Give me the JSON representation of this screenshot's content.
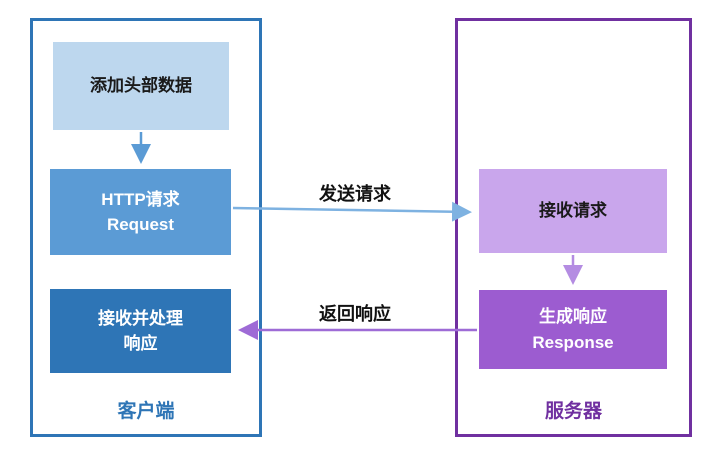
{
  "colors": {
    "client_border": "#2E75B6",
    "client_node_light": "#BDD7EE",
    "client_node_mid": "#5B9BD5",
    "client_node_dark": "#2E75B6",
    "server_border": "#7030A0",
    "server_node_light": "#C9A6EC",
    "server_node_dark": "#9C5CD0",
    "arrow_blue": "#5B9BD5",
    "arrow_blue_light": "#7EB2E1",
    "arrow_purple": "#9E6BD6",
    "arrow_purple_light": "#B48CE2",
    "client_label_color": "#2E75B6",
    "server_label_color": "#7030A0"
  },
  "client": {
    "label": "客户端",
    "nodes": {
      "add_header": {
        "text": "添加头部数据"
      },
      "http_request": {
        "line1": "HTTP请求",
        "line2": "Request"
      },
      "receive_response": {
        "line1": "接收并处理",
        "line2": "响应"
      }
    }
  },
  "server": {
    "label": "服务器",
    "nodes": {
      "receive_request": {
        "text": "接收请求"
      },
      "generate_response": {
        "line1": "生成响应",
        "line2": "Response"
      }
    }
  },
  "edges": {
    "send_request": {
      "label": "发送请求"
    },
    "return_response": {
      "label": "返回响应"
    }
  }
}
